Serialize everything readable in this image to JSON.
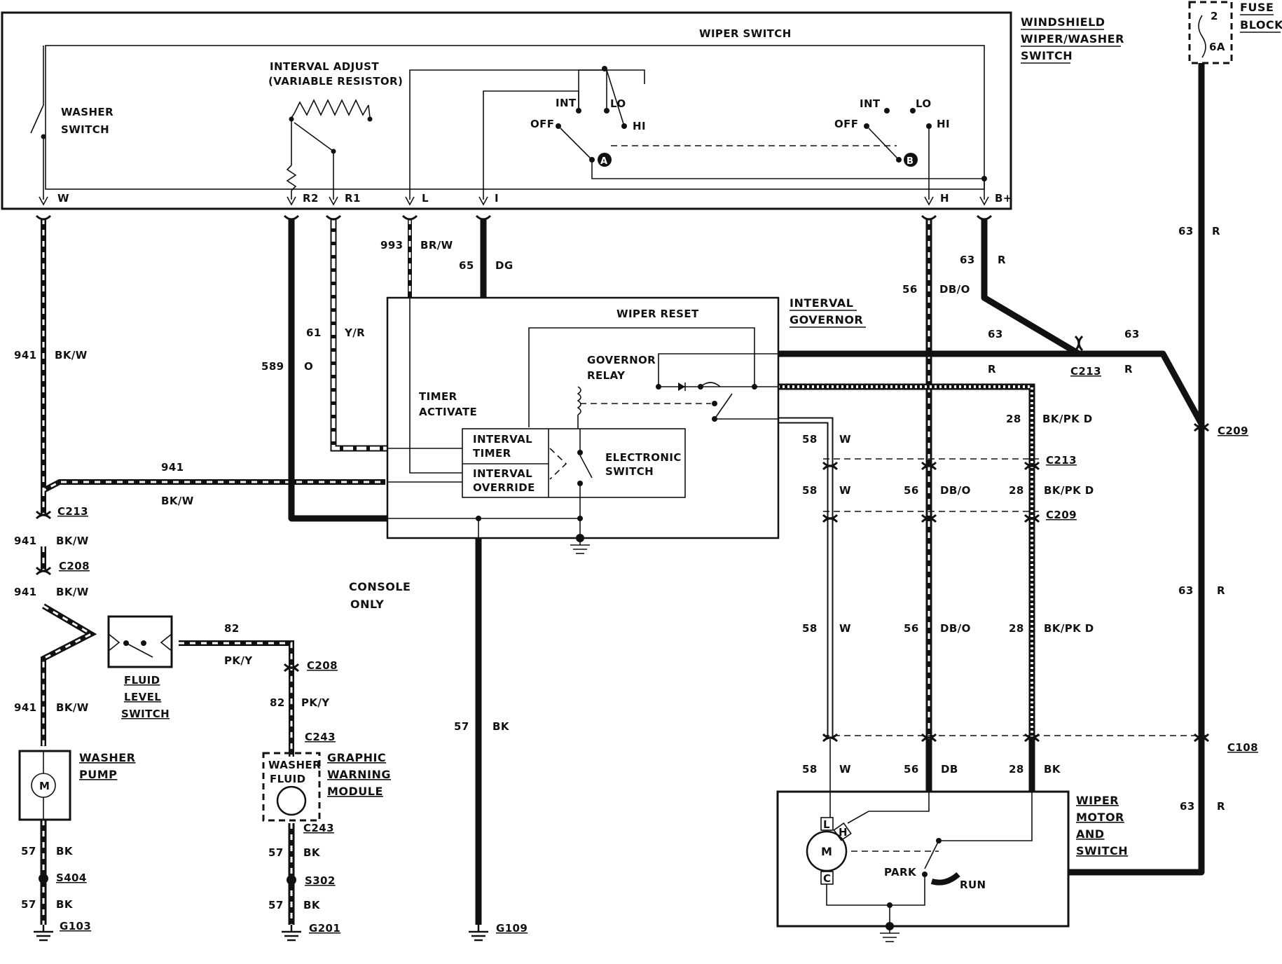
{
  "switch": {
    "title": [
      "WINDSHIELD",
      "WIPER/WASHER",
      "SWITCH"
    ],
    "wiper_switch": "WIPER SWITCH",
    "interval_adjust": "INTERVAL ADJUST",
    "variable_resistor": "(VARIABLE RESISTOR)",
    "washer_switch": [
      "WASHER",
      "SWITCH"
    ],
    "int": "INT",
    "lo": "LO",
    "hi": "HI",
    "off": "OFF",
    "a": "A",
    "b": "B",
    "pins": {
      "w": "W",
      "r2": "R2",
      "r1": "R1",
      "l": "L",
      "i": "I",
      "h": "H",
      "bplus": "B+"
    }
  },
  "fuse": {
    "label": [
      "FUSE",
      "BLOCK"
    ],
    "num": "2",
    "amps": "6A"
  },
  "governor": {
    "title": [
      "INTERVAL",
      "GOVERNOR"
    ],
    "wiper_reset": "WIPER RESET",
    "governor_relay": [
      "GOVERNOR",
      "RELAY"
    ],
    "timer_activate": [
      "TIMER",
      "ACTIVATE"
    ],
    "interval_timer": [
      "INTERVAL",
      "TIMER"
    ],
    "interval_override": [
      "INTERVAL",
      "OVERRIDE"
    ],
    "electronic_switch": [
      "ELECTRONIC",
      "SWITCH"
    ]
  },
  "wires": {
    "w993": "993",
    "brw": "BR/W",
    "w65": "65",
    "dg": "DG",
    "w61": "61",
    "yr": "Y/R",
    "w589": "589",
    "o": "O",
    "w941": "941",
    "bkw": "BK/W",
    "w56": "56",
    "dbo": "DB/O",
    "db": "DB",
    "w63": "63",
    "r": "R",
    "w28": "28",
    "bkpkd": "BK/PK D",
    "bk28": "BK",
    "w58": "58",
    "w": "W",
    "w82": "82",
    "pky": "PK/Y",
    "w57": "57",
    "bk": "BK"
  },
  "connectors": {
    "c213": "C213",
    "c208": "C208",
    "c209": "C209",
    "c243": "C243",
    "c108": "C108",
    "s404": "S404",
    "s302": "S302",
    "g103": "G103",
    "g201": "G201",
    "g109": "G109"
  },
  "components": {
    "fluid_level_switch": [
      "FLUID",
      "LEVEL",
      "SWITCH"
    ],
    "washer_pump": [
      "WASHER",
      "PUMP"
    ],
    "graphic_module": [
      "GRAPHIC",
      "WARNING",
      "MODULE"
    ],
    "washer_fluid": [
      "WASHER",
      "FLUID"
    ],
    "console_only": [
      "CONSOLE",
      "ONLY"
    ],
    "wiper_motor": [
      "WIPER",
      "MOTOR",
      "AND",
      "SWITCH"
    ],
    "motor_m": "M",
    "park": "PARK",
    "run": "RUN",
    "pin_l": "L",
    "pin_h": "H",
    "pin_c": "C"
  }
}
